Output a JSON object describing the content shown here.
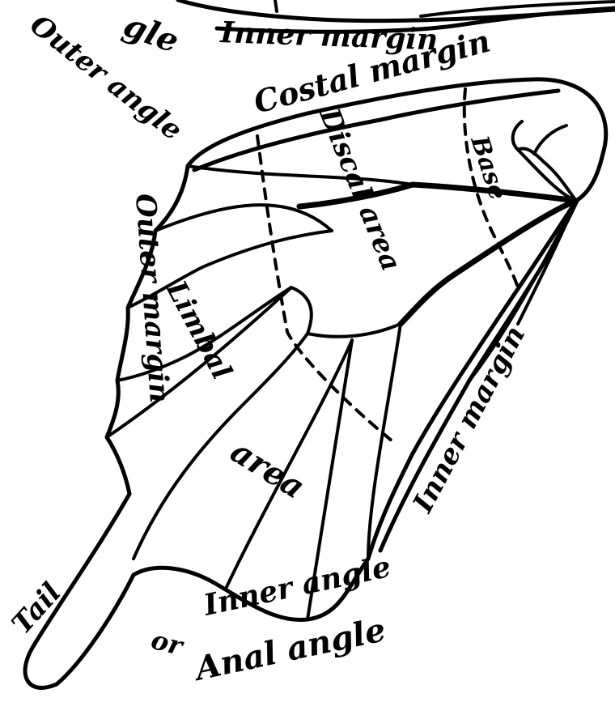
{
  "labels": {
    "top_partial_angle": "gle",
    "top_inner_margin": "Inner margin",
    "outer_angle": "Outer angle",
    "costal_margin": "Costal margin",
    "base": "Base",
    "discal_area": "Discal area",
    "outer_margin": "Outer margin",
    "limbal": "Limbal",
    "area": "area",
    "inner_margin": "Inner margin",
    "tail": "Tail",
    "inner_angle": "Inner angle",
    "or_anal_angle_or": "or",
    "anal_angle": "Anal angle"
  }
}
